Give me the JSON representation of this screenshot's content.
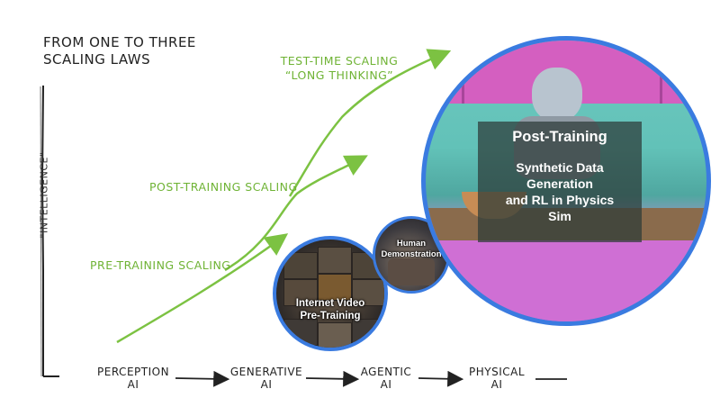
{
  "title": "FROM ONE TO THREE SCALING LAWS",
  "y_axis_label": "\"INTELLIGENCE\"",
  "curve_labels": {
    "pre_training": "PRE-TRAINING SCALING",
    "post_training": "POST-TRAINING SCALING",
    "test_time_line1": "TEST-TIME SCALING",
    "test_time_line2": "“LONG THINKING”"
  },
  "x_stages": [
    {
      "line1": "PERCEPTION",
      "line2": "AI"
    },
    {
      "line1": "GENERATIVE",
      "line2": "AI"
    },
    {
      "line1": "AGENTIC",
      "line2": "AI"
    },
    {
      "line1": "PHYSICAL",
      "line2": "AI"
    }
  ],
  "circles": {
    "internet": {
      "line1": "Internet Video",
      "line2": "Pre-Training"
    },
    "human": {
      "line1": "Human",
      "line2": "Demonstration"
    },
    "post": {
      "title": "Post-Training",
      "body_line1": "Synthetic Data",
      "body_line2": "Generation",
      "body_line3": "and RL in Physics",
      "body_line4": "Sim"
    }
  },
  "colors": {
    "curve": "#7cc242",
    "circle_border": "#3a7be0",
    "axis": "#222222"
  }
}
